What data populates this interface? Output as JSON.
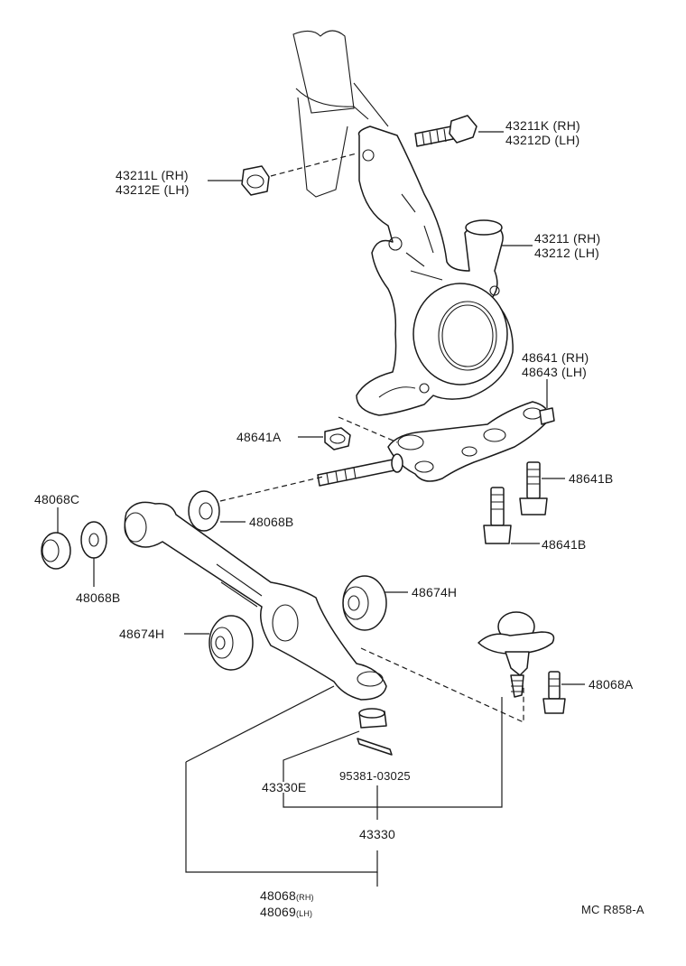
{
  "callouts": {
    "knuckle_bolt": {
      "rh": "43211K (RH)",
      "lh": "43212D (LH)"
    },
    "knuckle_nut": {
      "rh": "43211L (RH)",
      "lh": "43212E (LH)"
    },
    "knuckle": {
      "rh": "43211 (RH)",
      "lh": "43212 (LH)"
    },
    "lower_arm_bracket": {
      "rh": "48641 (RH)",
      "lh": "48643 (LH)"
    },
    "bracket_nut": "48641A",
    "bracket_bolt_upper": "48641B",
    "bracket_bolt_lower": "48641B",
    "bushing_cap": "48068C",
    "washer_left": "48068B",
    "washer_right": "48068B",
    "bushing_right": "48674H",
    "bushing_left": "48674H",
    "ball_joint_bolt": "48068A",
    "cotter_pin": "95381-03025",
    "castle_nut": "43330E",
    "ball_joint": "43330",
    "lower_arm": {
      "rh": "48068",
      "rh_suffix": "(RH)",
      "lh": "48069",
      "lh_suffix": "(LH)"
    }
  },
  "reference_code": "MC R858-A",
  "icons": [
    "steering-knuckle-icon",
    "lower-arm-icon",
    "ball-joint-icon",
    "bolt-icon",
    "nut-icon",
    "bushing-icon",
    "washer-icon"
  ]
}
